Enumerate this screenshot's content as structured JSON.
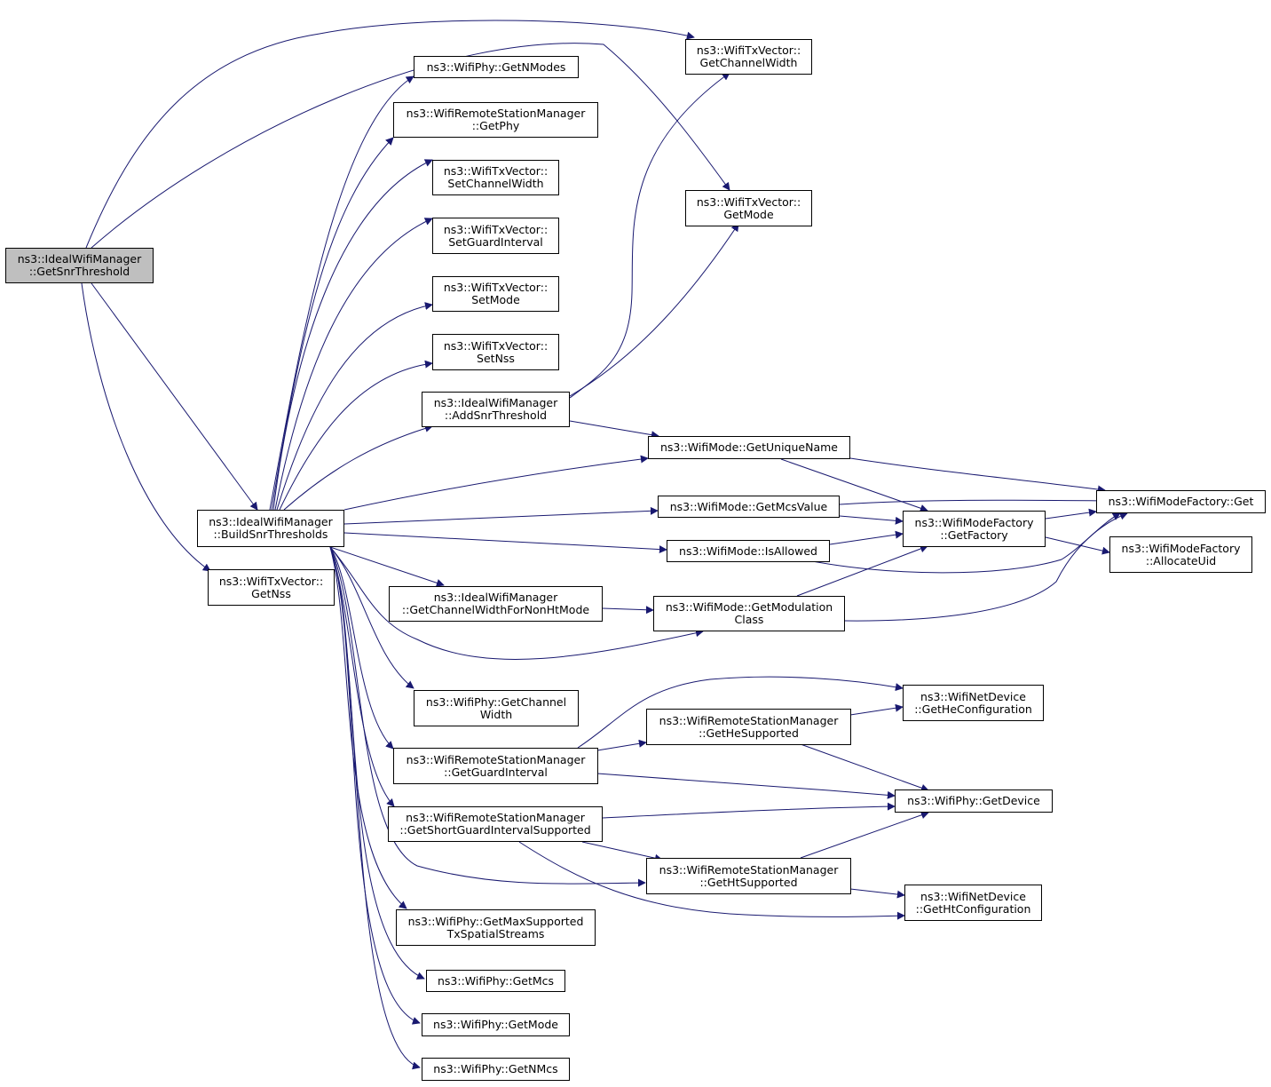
{
  "colors": {
    "edge": "#191970",
    "node_border": "#000000",
    "root_fill": "#bfbfbf",
    "node_fill": "#ffffff"
  },
  "nodes": {
    "get_snr_threshold": [
      "ns3::IdealWifiManager",
      "::GetSnrThreshold"
    ],
    "build_snr_thresholds": [
      "ns3::IdealWifiManager",
      "::BuildSnrThresholds"
    ],
    "txv_get_nss": [
      "ns3::WifiTxVector::",
      "GetNss"
    ],
    "txv_get_channel_width": [
      "ns3::WifiTxVector::",
      "GetChannelWidth"
    ],
    "txv_get_mode": [
      "ns3::WifiTxVector::",
      "GetMode"
    ],
    "phy_get_nmodes": [
      "ns3::WifiPhy::GetNModes"
    ],
    "rsm_get_phy": [
      "ns3::WifiRemoteStationManager",
      "::GetPhy"
    ],
    "txv_set_channel_width": [
      "ns3::WifiTxVector::",
      "SetChannelWidth"
    ],
    "txv_set_guard_interval": [
      "ns3::WifiTxVector::",
      "SetGuardInterval"
    ],
    "txv_set_mode": [
      "ns3::WifiTxVector::",
      "SetMode"
    ],
    "txv_set_nss": [
      "ns3::WifiTxVector::",
      "SetNss"
    ],
    "add_snr_threshold": [
      "ns3::IdealWifiManager",
      "::AddSnrThreshold"
    ],
    "mode_get_unique_name": [
      "ns3::WifiMode::GetUniqueName"
    ],
    "mode_get_mcs_value": [
      "ns3::WifiMode::GetMcsValue"
    ],
    "mode_is_allowed": [
      "ns3::WifiMode::IsAllowed"
    ],
    "mode_get_modulation_class": [
      "ns3::WifiMode::GetModulation",
      "Class"
    ],
    "factory_get_factory": [
      "ns3::WifiModeFactory",
      "::GetFactory"
    ],
    "factory_get": [
      "ns3::WifiModeFactory::Get"
    ],
    "factory_allocate_uid": [
      "ns3::WifiModeFactory",
      "::AllocateUid"
    ],
    "get_channel_width_non_ht": [
      "ns3::IdealWifiManager",
      "::GetChannelWidthForNonHtMode"
    ],
    "phy_get_channel_width": [
      "ns3::WifiPhy::GetChannel",
      "Width"
    ],
    "rsm_get_guard_interval": [
      "ns3::WifiRemoteStationManager",
      "::GetGuardInterval"
    ],
    "rsm_get_short_gi_supported": [
      "ns3::WifiRemoteStationManager",
      "::GetShortGuardIntervalSupported"
    ],
    "rsm_get_he_supported": [
      "ns3::WifiRemoteStationManager",
      "::GetHeSupported"
    ],
    "rsm_get_ht_supported": [
      "ns3::WifiRemoteStationManager",
      "::GetHtSupported"
    ],
    "netdev_get_he_configuration": [
      "ns3::WifiNetDevice",
      "::GetHeConfiguration"
    ],
    "phy_get_device": [
      "ns3::WifiPhy::GetDevice"
    ],
    "netdev_get_ht_configuration": [
      "ns3::WifiNetDevice",
      "::GetHtConfiguration"
    ],
    "phy_get_max_supported_tx_ss": [
      "ns3::WifiPhy::GetMaxSupported",
      "TxSpatialStreams"
    ],
    "phy_get_mcs": [
      "ns3::WifiPhy::GetMcs"
    ],
    "phy_get_mode": [
      "ns3::WifiPhy::GetMode"
    ],
    "phy_get_nmcs": [
      "ns3::WifiPhy::GetNMcs"
    ]
  }
}
